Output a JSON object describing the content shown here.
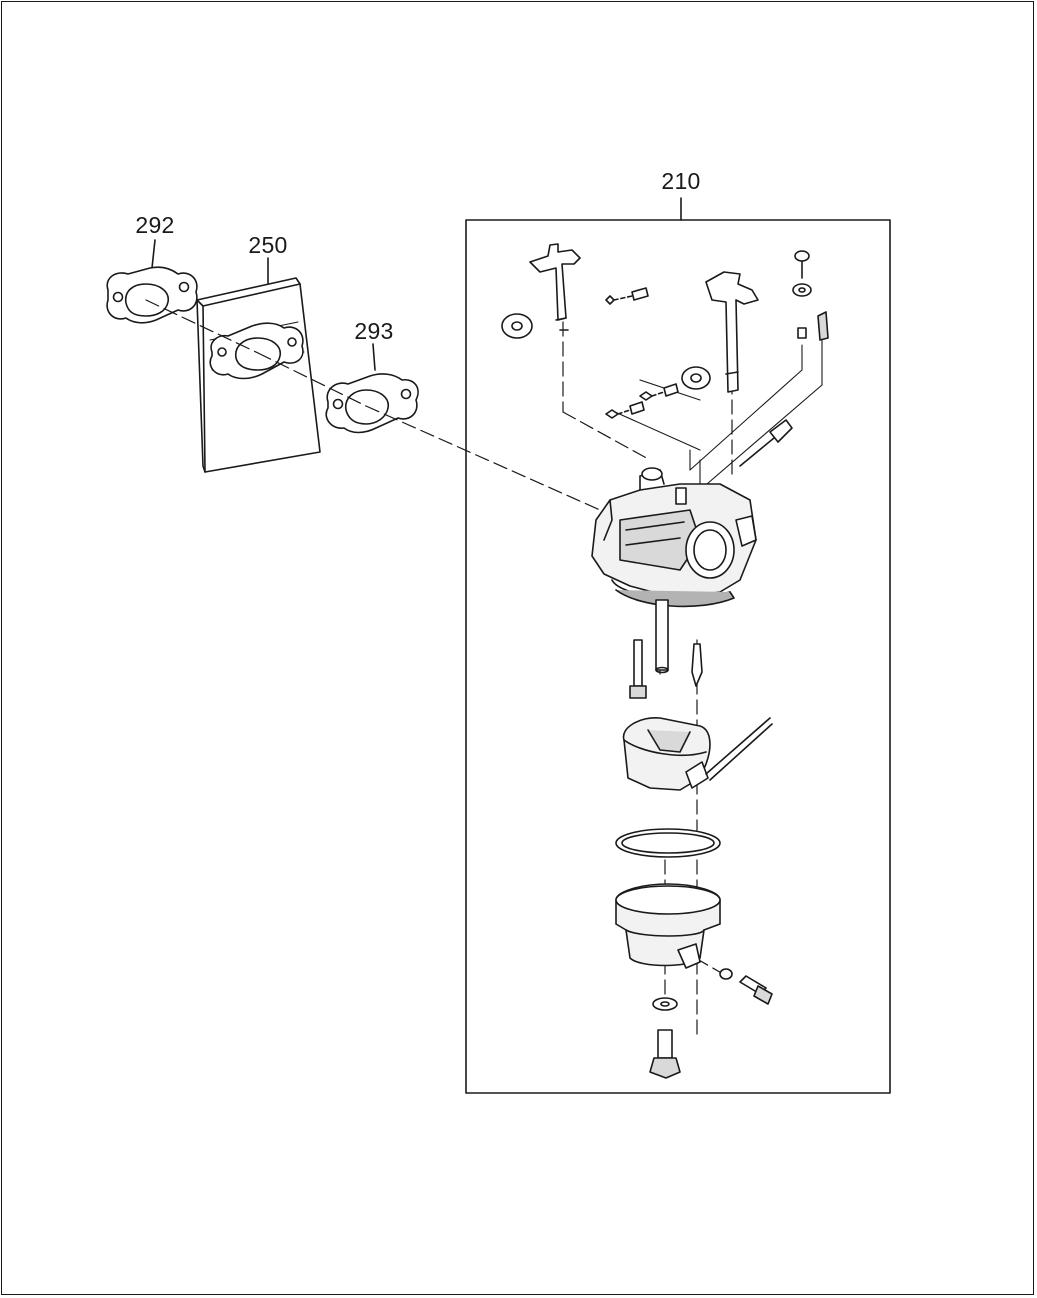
{
  "callouts": {
    "carburetor_assembly": "210",
    "gasket_left": "292",
    "heat_shield": "250",
    "gasket_right": "293"
  },
  "colors": {
    "line": "#1a1a1a",
    "fill_light": "#f2f2f2",
    "fill_mid": "#d9d9d9",
    "fill_dark": "#b3b3b3"
  }
}
